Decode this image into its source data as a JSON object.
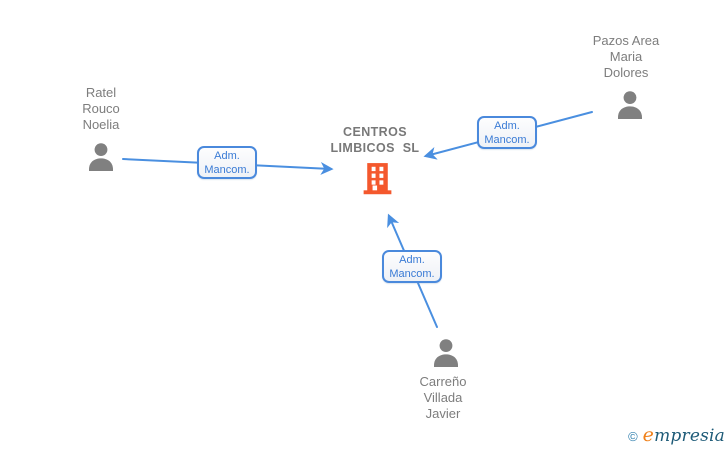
{
  "colors": {
    "accent_blue": "#4a8fe0",
    "label_border_blue": "#4a89dc",
    "label_text_blue": "#3a7bd5",
    "building_orange": "#f4582d",
    "person_gray": "#808080",
    "text_gray": "#7d7d7d",
    "logo_orange": "#f08019",
    "logo_teal": "#1e5b78"
  },
  "diagram": {
    "company": {
      "name_lines": [
        "CENTROS",
        "LIMBICOS SL"
      ]
    },
    "persons": [
      {
        "lines": [
          "Ratel",
          "Rouco",
          "Noelia"
        ]
      },
      {
        "lines": [
          "Pazos Area",
          "Maria",
          "Dolores"
        ]
      },
      {
        "lines": [
          "Carreño",
          "Villada",
          "Javier"
        ]
      }
    ],
    "edge_labels": [
      {
        "lines": [
          "Adm.",
          "Mancom."
        ]
      },
      {
        "lines": [
          "Adm.",
          "Mancom."
        ]
      },
      {
        "lines": [
          "Adm.",
          "Mancom."
        ]
      }
    ]
  },
  "footer": {
    "copyright_symbol": "©",
    "brand_first_letter": "e",
    "brand_rest": "mpresia"
  }
}
